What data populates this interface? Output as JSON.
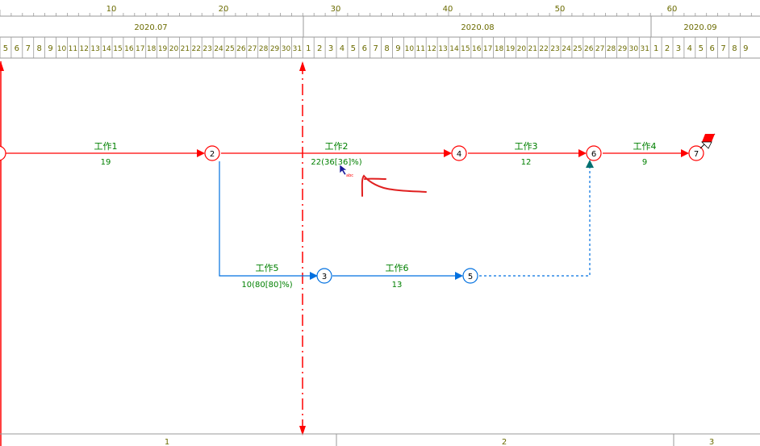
{
  "colors": {
    "header_text": "#6b6b00",
    "header_line": "#999999",
    "critical": "#ff0000",
    "normal": "#0070e0",
    "label": "#008000",
    "annotation": "#e02020",
    "marker": "#007070"
  },
  "scale_numbers": [
    "10",
    "20",
    "30",
    "40",
    "50",
    "60"
  ],
  "months": [
    "2020.07",
    "2020.08",
    "2020.09"
  ],
  "days": {
    "july": [
      "5",
      "6",
      "7",
      "8",
      "9",
      "10",
      "11",
      "12",
      "13",
      "14",
      "15",
      "16",
      "17",
      "18",
      "19",
      "20",
      "21",
      "22",
      "23",
      "24",
      "25",
      "26",
      "27",
      "28",
      "29",
      "30",
      "31"
    ],
    "august": [
      "1",
      "2",
      "3",
      "4",
      "5",
      "6",
      "7",
      "8",
      "9",
      "10",
      "11",
      "12",
      "13",
      "14",
      "15",
      "16",
      "17",
      "18",
      "19",
      "20",
      "21",
      "22",
      "23",
      "24",
      "25",
      "26",
      "27",
      "28",
      "29",
      "30",
      "31"
    ],
    "september": [
      "1",
      "2",
      "3",
      "4",
      "5",
      "6",
      "7",
      "8",
      "9"
    ]
  },
  "nodes": [
    {
      "id": "2",
      "label": "2",
      "type": "critical"
    },
    {
      "id": "3",
      "label": "3",
      "type": "normal"
    },
    {
      "id": "4",
      "label": "4",
      "type": "critical"
    },
    {
      "id": "5",
      "label": "5",
      "type": "normal"
    },
    {
      "id": "6",
      "label": "6",
      "type": "critical"
    },
    {
      "id": "7",
      "label": "7",
      "type": "critical"
    }
  ],
  "tasks": [
    {
      "name": "工作1",
      "duration": "19"
    },
    {
      "name": "工作2",
      "duration": "22(36[36]%)"
    },
    {
      "name": "工作3",
      "duration": "12"
    },
    {
      "name": "工作4",
      "duration": "9"
    },
    {
      "name": "工作5",
      "duration": "10(80[80]%)"
    },
    {
      "name": "工作6",
      "duration": "13"
    }
  ],
  "cursor_label": "abc",
  "bottom_labels": [
    "1",
    "2",
    "3"
  ]
}
